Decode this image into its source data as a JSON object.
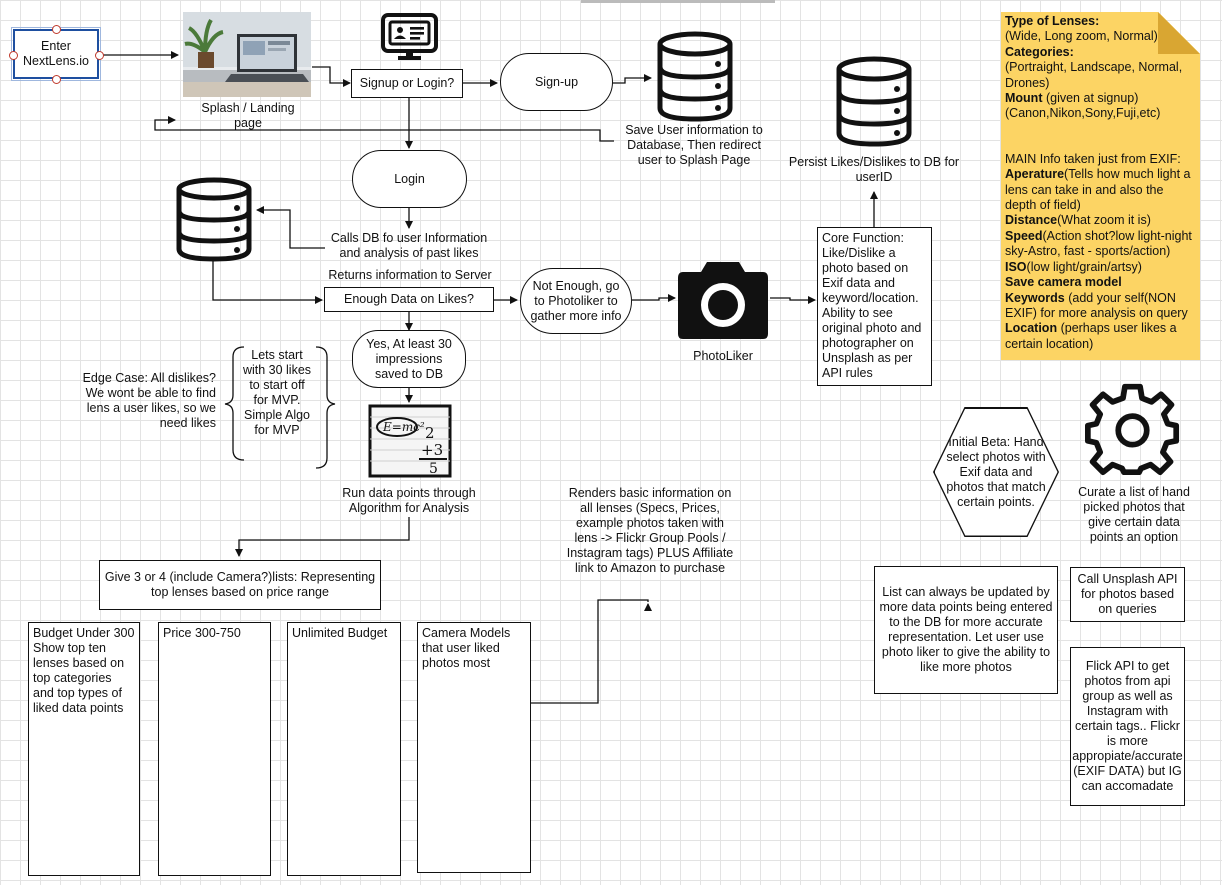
{
  "start_node": "Enter NextLens.io",
  "splash_label": "Splash / Landing page",
  "signup_or_login": "Signup or Login?",
  "signup": "Sign-up",
  "save_user": "Save User information to Database, Then redirect user to Splash Page",
  "login": "Login",
  "calls_db": "Calls DB fo user Information and analysis of past likes",
  "returns_info": "Returns information to Server",
  "enough_data": "Enough Data on Likes?",
  "not_enough": "Not Enough, go to Photoliker to gather more info",
  "photoliker_label": "PhotoLiker",
  "core_function": "Core Function: Like/Dislike a photo based on Exif data and keyword/location. Ability to see original photo and photographer on Unsplash as per API rules",
  "persist_likes": "Persist Likes/Dislikes to DB for userID",
  "yes_30": "Yes, At least 30 impressions saved to DB",
  "edge_case": "Edge Case: All dislikes? We wont be able to find lens a user likes, so we need likes",
  "lets_start": "Lets start with 30 likes to start off for MVP. Simple Algo for MVP",
  "run_data": "Run data points through Algorithm for Analysis",
  "renders_info": "Renders basic information on all lenses (Specs, Prices, example photos taken with lens -> Flickr Group Pools / Instagram tags) PLUS Affiliate link to Amazon to purchase",
  "give_lists": "Give 3 or 4 (include Camera?)lists: Representing top lenses based on price range",
  "budget_under_300": "Budget Under 300 Show top ten lenses based on top categories and top types of liked data points",
  "price_300_750": "Price 300-750",
  "unlimited_budget": "Unlimited Budget",
  "camera_models": "Camera Models that user liked photos most",
  "initial_beta": "Initial Beta: Hand select photos with Exif data and photos that match certain points.",
  "curate_list": "Curate a list of hand picked photos that give certain data points an option",
  "list_updated": "List can always be updated by more data points being entered to the DB for more accurate representation.  Let user use photo liker to give the ability to like more photos",
  "call_unsplash": "Call Unsplash API for photos based on queries",
  "flick_api": "Flick API to get photos from api group as well as Instagram with certain tags.. Flickr is more appropiate/accurate (EXIF DATA) but IG can accomadate",
  "sticky_note": {
    "types_title": "Type of Lenses:",
    "types_text": "(Wide, Long zoom, Normal)",
    "categories_title": "Categories:",
    "categories_text": "(Portraight, Landscape, Normal, Drones)",
    "mount_title": "Mount",
    "mount_text": "(given at signup) (Canon,Nikon,Sony,Fuji,etc)",
    "main_info": "MAIN Info taken just from EXIF:",
    "aperature_title": "Aperature",
    "aperature_text": "(Tells how much light a lens can take in and also the depth of field)",
    "distance_title": "Distance",
    "distance_text": "(What zoom it is)",
    "speed_title": "Speed",
    "speed_text": "(Action shot?low light-night sky-Astro, fast - sports/action)",
    "iso_title": "ISO",
    "iso_text": "(low light/grain/artsy)",
    "save_camera": "Save camera model",
    "keywords_title": "Keywords",
    "keywords_text": "(add your self(NON EXIF) for more analysis on query",
    "location_title": "Location",
    "location_text": "(perhaps user likes a certain location)"
  },
  "colors": {
    "note": "#fcd464",
    "note_fold": "#d9a632",
    "start_border": "#1e4fa0",
    "line": "#111111"
  }
}
